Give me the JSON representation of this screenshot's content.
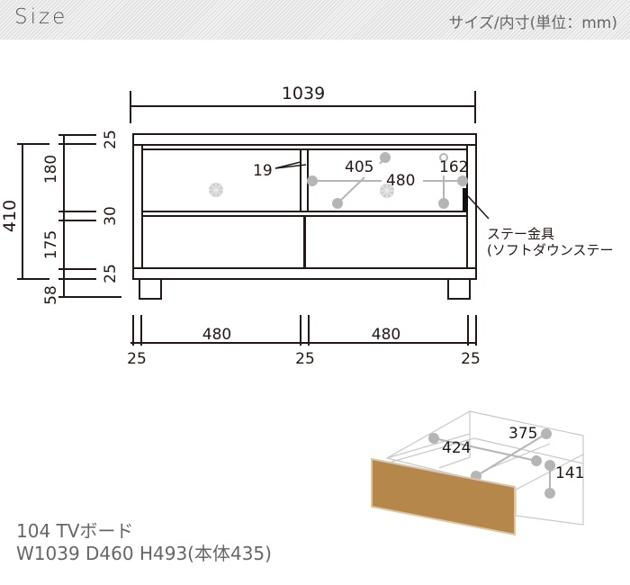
{
  "header": {
    "title": "Size",
    "unit_label": "サイズ/内寸(単位：mm)"
  },
  "front_view": {
    "overall_width": "1039",
    "inner_divider_thickness": "19",
    "drawer_inner_depth": "405",
    "drawer_inner_width": "480",
    "drawer_inner_height": "162",
    "stay_fitting_label_line1": "ステー金具",
    "stay_fitting_label_line2": "(ソフトダウンステー"
  },
  "height_dims": {
    "total_body": "410",
    "top_board": "25",
    "upper_section": "180",
    "middle_shelf": "30",
    "lower_section": "175",
    "bottom_board": "25",
    "legs": "58"
  },
  "width_dims": {
    "left_side": "25",
    "left_opening": "480",
    "center_divider": "25",
    "right_opening": "480",
    "right_side": "25"
  },
  "drawer_detail": {
    "inner_width": "424",
    "inner_depth": "375",
    "inner_height": "141",
    "front_color": "#b5874b"
  },
  "product": {
    "name": "104 TVボード",
    "dimensions": "W1039 D460 H493(本体435)"
  }
}
